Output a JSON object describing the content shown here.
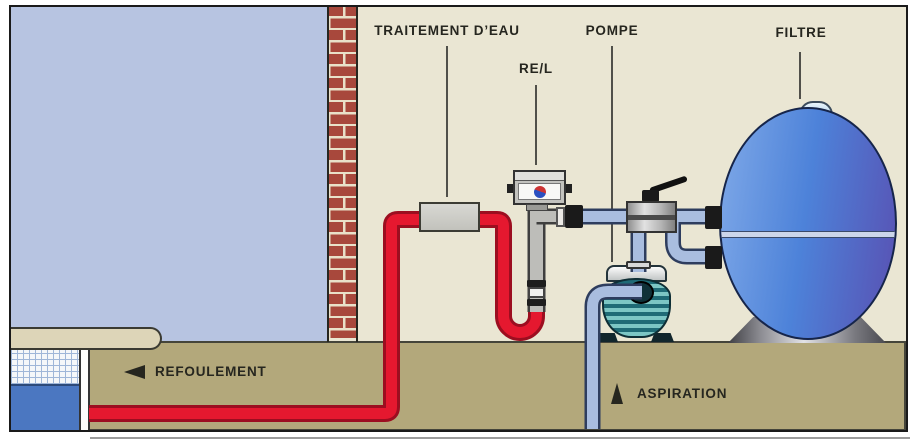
{
  "diagram": {
    "labels": {
      "treatment": "TRAITEMENT D’EAU",
      "rel": "RE/L",
      "pump": "POMPE",
      "filter": "FILTRE",
      "refoulement": "REFOULEMENT",
      "aspiration": "ASPIRATION"
    },
    "colors": {
      "background": "#eae6d3",
      "pool_backdrop": "#b7c4e1",
      "brick": "#a8483c",
      "mortar": "#e9e1c9",
      "ground": "#b3a87b",
      "red_pipe": "#e5182f",
      "blue_pipe": "#a9bddf",
      "gray_pipe": "#bdbdb9",
      "filter_blue_left": "#7fa9e8",
      "filter_purple_right": "#5950b2",
      "pump_teal": "#1f6b76",
      "water": "#4b77c1",
      "label_text": "#26261f"
    }
  }
}
